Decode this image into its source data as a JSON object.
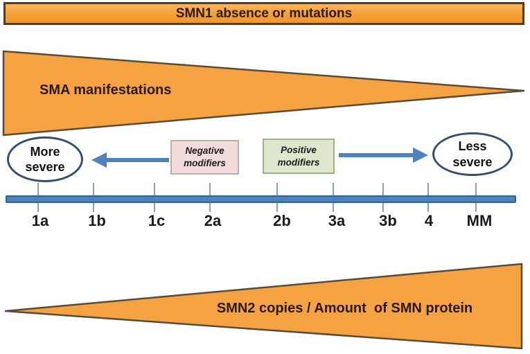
{
  "banner": {
    "label": "SMN1 absence or mutations"
  },
  "top_wedge": {
    "label": "SMA manifestations"
  },
  "severity_scale": {
    "more_severe": "More severe",
    "less_severe": "Less severe"
  },
  "modifiers": {
    "negative": "Negative modifiers",
    "positive": "Positive modifiers"
  },
  "axis": {
    "tick_labels": [
      "1a",
      "1b",
      "1c",
      "2a",
      "2b",
      "3a",
      "3b",
      "4",
      "MM"
    ]
  },
  "bottom_wedge": {
    "label": "SMN2 copies / Amount  of SMN protein"
  },
  "colors": {
    "orange_fill": "#F5A342",
    "wedge_border": "#5B4A36",
    "banner_border": "#4E3C27",
    "arrow_blue": "#4F81BD",
    "axis_bar_fill": "#4F81BD",
    "axis_bar_border": "#3A5F8B",
    "tick_gray": "#8A9DB4",
    "ellipse_border": "#35506F",
    "negative_box_fill": "#F2DCDB",
    "negative_box_border": "#BFADA8",
    "positive_box_fill": "#DEE7CC",
    "positive_box_border": "#A3B086",
    "dark_text": "#2B1804"
  }
}
